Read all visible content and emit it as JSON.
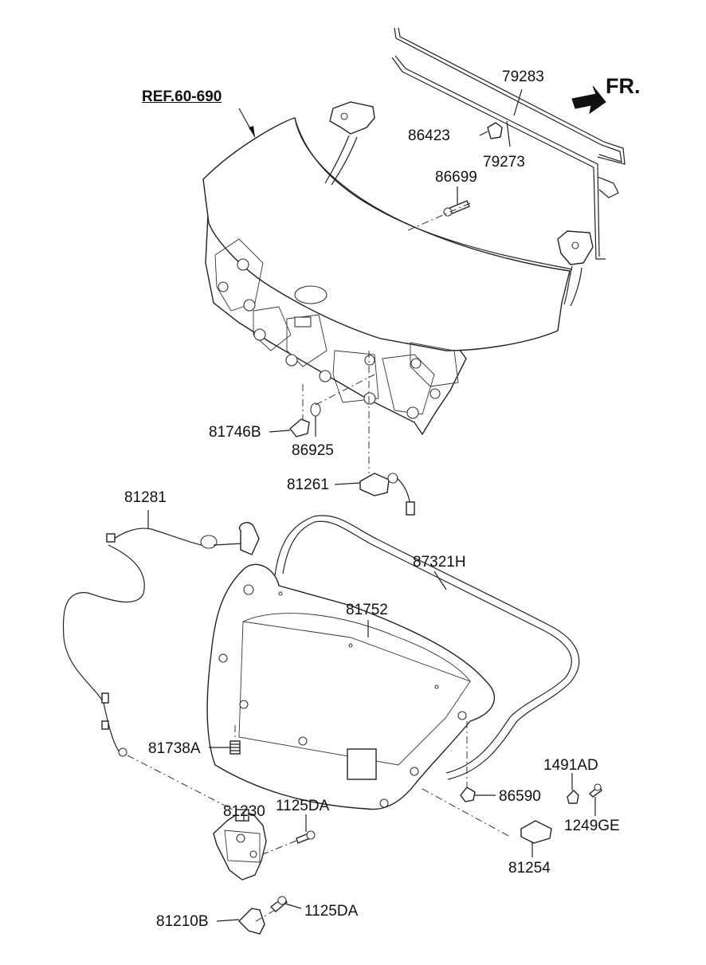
{
  "reference": "REF.60-690",
  "direction": "FR.",
  "parts": {
    "p79283": "79283",
    "p86423": "86423",
    "p79273": "79273",
    "p86699": "86699",
    "p81746B": "81746B",
    "p86925": "86925",
    "p81261": "81261",
    "p81281": "81281",
    "p87321H": "87321H",
    "p81752": "81752",
    "p81738A": "81738A",
    "p86590": "86590",
    "p1491AD": "1491AD",
    "p1249GE": "1249GE",
    "p81254": "81254",
    "p81230": "81230",
    "p1125DA_a": "1125DA",
    "p1125DA_b": "1125DA",
    "p81210B": "81210B"
  }
}
